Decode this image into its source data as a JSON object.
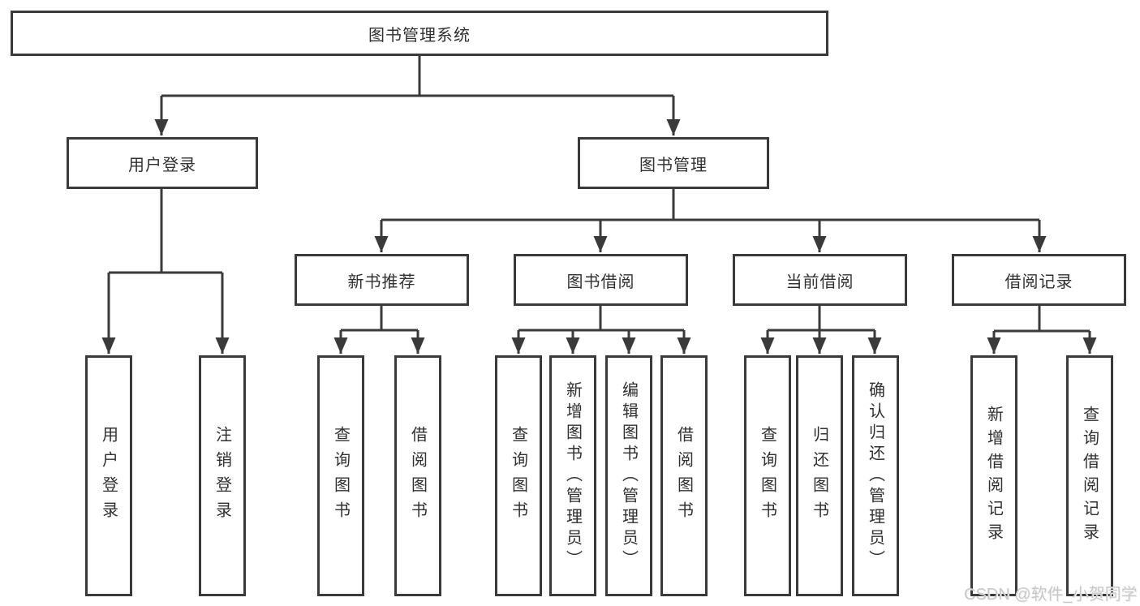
{
  "tree": {
    "label": "图书管理系统",
    "children": [
      {
        "label": "用户登录",
        "children": [
          {
            "label": "用户登录"
          },
          {
            "label": "注销登录"
          }
        ]
      },
      {
        "label": "图书管理",
        "children": [
          {
            "label": "新书推荐",
            "children": [
              {
                "label": "查询图书"
              },
              {
                "label": "借阅图书"
              }
            ]
          },
          {
            "label": "图书借阅",
            "children": [
              {
                "label": "查询图书"
              },
              {
                "label": "新增图书（管理员）"
              },
              {
                "label": "编辑图书（管理员）"
              },
              {
                "label": "借阅图书"
              }
            ]
          },
          {
            "label": "当前借阅",
            "children": [
              {
                "label": "查询图书"
              },
              {
                "label": "归还图书"
              },
              {
                "label": "确认归还（管理员）"
              }
            ]
          },
          {
            "label": "借阅记录",
            "children": [
              {
                "label": "新增借阅记录"
              },
              {
                "label": "查询借阅记录"
              }
            ]
          }
        ]
      }
    ]
  },
  "watermark": {
    "text": "CSDN @软件_小贺同学"
  },
  "colors": {
    "line": "#3a3a3a",
    "border": "#3a3a3a",
    "text": "#303030",
    "background": "#ffffff",
    "watermark": "#c9c9c9"
  }
}
